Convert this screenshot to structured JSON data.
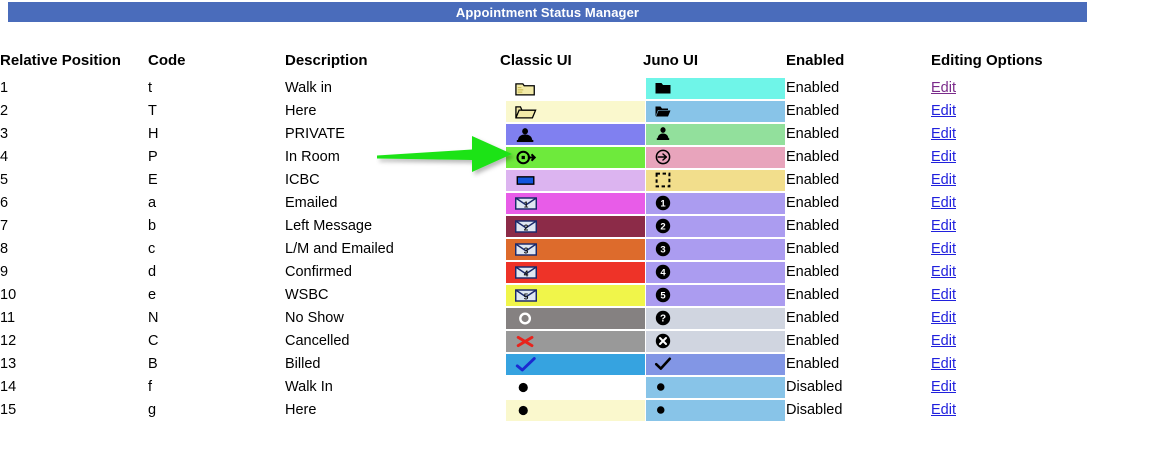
{
  "window": {
    "title": "Appointment Status Manager",
    "title_bar_color": "#4a6cbb",
    "title_text_color": "#ffffff"
  },
  "table": {
    "headers": {
      "relative_position": "Relative Position",
      "code": "Code",
      "description": "Description",
      "classic_ui": "Classic UI",
      "juno_ui": "Juno UI",
      "enabled": "Enabled",
      "editing_options": "Editing Options"
    },
    "rows": [
      {
        "position": "1",
        "code": "t",
        "description": "Walk in",
        "classic": {
          "color": "#ffffff",
          "icon": "folder-closed-yellow-icon"
        },
        "juno": {
          "color": "#6ff5e8",
          "icon": "folder-solid-icon"
        },
        "enabled": "Enabled",
        "enabled_state": "enabled",
        "edit": "Edit",
        "edit_visited": true
      },
      {
        "position": "2",
        "code": "T",
        "description": "Here",
        "classic": {
          "color": "#faf8cd",
          "icon": "folder-open-yellow-icon"
        },
        "juno": {
          "color": "#88c4e8",
          "icon": "folder-open-solid-icon"
        },
        "enabled": "Enabled",
        "enabled_state": "enabled",
        "edit": "Edit",
        "edit_visited": false
      },
      {
        "position": "3",
        "code": "H",
        "description": "PRIVATE",
        "classic": {
          "color": "#8080f0",
          "icon": "person-icon"
        },
        "juno": {
          "color": "#92e09c",
          "icon": "person-solid-icon"
        },
        "enabled": "Enabled",
        "enabled_state": "enabled",
        "edit": "Edit",
        "edit_visited": false
      },
      {
        "position": "4",
        "code": "P",
        "description": "In Room",
        "classic": {
          "color": "#6eea3c",
          "icon": "door-enter-icon"
        },
        "juno": {
          "color": "#e8a4bc",
          "icon": "arrow-in-circle-icon"
        },
        "enabled": "Enabled",
        "enabled_state": "enabled",
        "edit": "Edit",
        "edit_visited": false
      },
      {
        "position": "5",
        "code": "E",
        "description": "ICBC",
        "classic": {
          "color": "#dcb4f0",
          "icon": "blue-card-icon"
        },
        "juno": {
          "color": "#f2de8c",
          "icon": "dashed-square-icon"
        },
        "enabled": "Enabled",
        "enabled_state": "enabled",
        "edit": "Edit",
        "edit_visited": false
      },
      {
        "position": "6",
        "code": "a",
        "description": "Emailed",
        "classic": {
          "color": "#e85ce8",
          "icon": "envelope-1-icon"
        },
        "juno": {
          "color": "#ab9cf0",
          "icon": "circle-number-1-icon"
        },
        "enabled": "Enabled",
        "enabled_state": "enabled",
        "edit": "Edit",
        "edit_visited": false
      },
      {
        "position": "7",
        "code": "b",
        "description": "Left Message",
        "classic": {
          "color": "#8c2b48",
          "icon": "envelope-2-icon"
        },
        "juno": {
          "color": "#ab9cf0",
          "icon": "circle-number-2-icon"
        },
        "enabled": "Enabled",
        "enabled_state": "enabled",
        "edit": "Edit",
        "edit_visited": false
      },
      {
        "position": "8",
        "code": "c",
        "description": "L/M and Emailed",
        "classic": {
          "color": "#dd6b2c",
          "icon": "envelope-3-icon"
        },
        "juno": {
          "color": "#ab9cf0",
          "icon": "circle-number-3-icon"
        },
        "enabled": "Enabled",
        "enabled_state": "enabled",
        "edit": "Edit",
        "edit_visited": false
      },
      {
        "position": "9",
        "code": "d",
        "description": "Confirmed",
        "classic": {
          "color": "#ee3328",
          "icon": "envelope-4-icon"
        },
        "juno": {
          "color": "#ab9cf0",
          "icon": "circle-number-4-icon"
        },
        "enabled": "Enabled",
        "enabled_state": "enabled",
        "edit": "Edit",
        "edit_visited": false
      },
      {
        "position": "10",
        "code": "e",
        "description": "WSBC",
        "classic": {
          "color": "#f0f54a",
          "icon": "envelope-5-icon"
        },
        "juno": {
          "color": "#ab9cf0",
          "icon": "circle-number-5-icon"
        },
        "enabled": "Enabled",
        "enabled_state": "enabled",
        "edit": "Edit",
        "edit_visited": false
      },
      {
        "position": "11",
        "code": "N",
        "description": "No Show",
        "classic": {
          "color": "#858181",
          "icon": "circle-outline-icon"
        },
        "juno": {
          "color": "#d0d5e0",
          "icon": "circle-question-icon"
        },
        "enabled": "Enabled",
        "enabled_state": "enabled",
        "edit": "Edit",
        "edit_visited": false
      },
      {
        "position": "12",
        "code": "C",
        "description": "Cancelled",
        "classic": {
          "color": "#999999",
          "icon": "red-x-icon"
        },
        "juno": {
          "color": "#d0d5e0",
          "icon": "circle-x-icon"
        },
        "enabled": "Enabled",
        "enabled_state": "enabled",
        "edit": "Edit",
        "edit_visited": false
      },
      {
        "position": "13",
        "code": "B",
        "description": "Billed",
        "classic": {
          "color": "#36a3e0",
          "icon": "blue-checkmark-icon"
        },
        "juno": {
          "color": "#8296e5",
          "icon": "checkmark-icon"
        },
        "enabled": "Enabled",
        "enabled_state": "enabled",
        "edit": "Edit",
        "edit_visited": false
      },
      {
        "position": "14",
        "code": "f",
        "description": "Walk In",
        "classic": {
          "color": "#ffffff",
          "icon": "black-dot-icon"
        },
        "juno": {
          "color": "#88c4e8",
          "icon": "black-dot-icon"
        },
        "enabled": "Disabled",
        "enabled_state": "disabled",
        "edit": "Edit",
        "edit_visited": false
      },
      {
        "position": "15",
        "code": "g",
        "description": "Here",
        "classic": {
          "color": "#faf8cd",
          "icon": "black-dot-icon"
        },
        "juno": {
          "color": "#88c4e8",
          "icon": "black-dot-icon"
        },
        "enabled": "Disabled",
        "enabled_state": "disabled",
        "edit": "Edit",
        "edit_visited": false
      }
    ]
  },
  "annotation": {
    "arrow_color": "#1fe319",
    "points_to_row": "3",
    "name": "green-pointer-arrow"
  }
}
